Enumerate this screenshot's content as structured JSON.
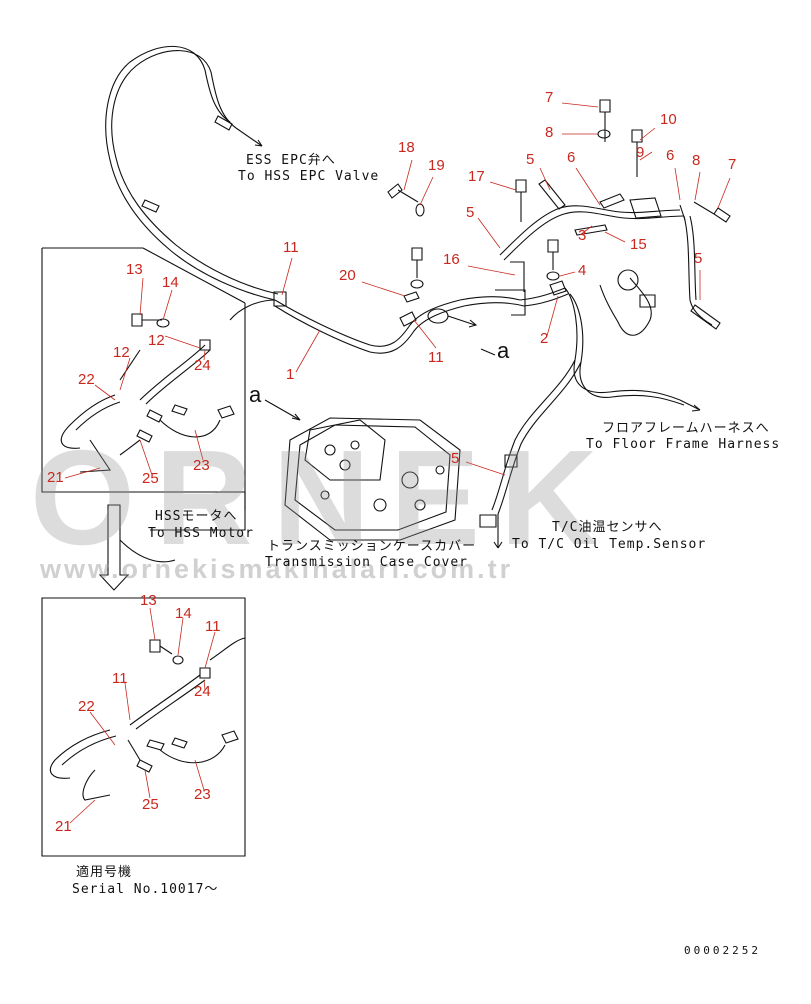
{
  "watermark": {
    "brand": "ORNEK",
    "url": "www.ornekismakinalari.com.tr"
  },
  "drawing_number": "00002252",
  "section_letters": {
    "arrow_a": "a",
    "cover_a": "a"
  },
  "notes": {
    "ess_jp": "ESS EPC弁へ",
    "ess_en": "To HSS EPC Valve",
    "floor_jp": "フロアフレームハーネスへ",
    "floor_en": "To Floor Frame Harness",
    "tc_jp": "T/C油温センサへ",
    "tc_en": "To T/C Oil Temp.Sensor",
    "hss_jp": "HSSモータへ",
    "hss_en": "To HSS Motor",
    "trans_jp": "トランスミッションケースカバー",
    "trans_en": "Transmission Case Cover",
    "serial_jp": "適用号機",
    "serial_en": "Serial No.10017～"
  },
  "callouts": [
    {
      "id": "c-7-top",
      "text": "7"
    },
    {
      "id": "c-8-top",
      "text": "8"
    },
    {
      "id": "c-10",
      "text": "10"
    },
    {
      "id": "c-9",
      "text": "9"
    },
    {
      "id": "c-18",
      "text": "18"
    },
    {
      "id": "c-19",
      "text": "19"
    },
    {
      "id": "c-5-a",
      "text": "5"
    },
    {
      "id": "c-6-a",
      "text": "6"
    },
    {
      "id": "c-6-b",
      "text": "6"
    },
    {
      "id": "c-8-b",
      "text": "8"
    },
    {
      "id": "c-7-b",
      "text": "7"
    },
    {
      "id": "c-17",
      "text": "17"
    },
    {
      "id": "c-5-b",
      "text": "5"
    },
    {
      "id": "c-3",
      "text": "3"
    },
    {
      "id": "c-15",
      "text": "15"
    },
    {
      "id": "c-11-a",
      "text": "11"
    },
    {
      "id": "c-16",
      "text": "16"
    },
    {
      "id": "c-4",
      "text": "4"
    },
    {
      "id": "c-5-c",
      "text": "5"
    },
    {
      "id": "c-20",
      "text": "20"
    },
    {
      "id": "c-2",
      "text": "2"
    },
    {
      "id": "c-11-b",
      "text": "11"
    },
    {
      "id": "c-1",
      "text": "1"
    },
    {
      "id": "c-5-d",
      "text": "5"
    },
    {
      "id": "c-13-a",
      "text": "13"
    },
    {
      "id": "c-14-a",
      "text": "14"
    },
    {
      "id": "c-12-a",
      "text": "12"
    },
    {
      "id": "c-12-b",
      "text": "12"
    },
    {
      "id": "c-24-a",
      "text": "24"
    },
    {
      "id": "c-22-a",
      "text": "22"
    },
    {
      "id": "c-21-a",
      "text": "21"
    },
    {
      "id": "c-25-a",
      "text": "25"
    },
    {
      "id": "c-23-a",
      "text": "23"
    },
    {
      "id": "c-13-b",
      "text": "13"
    },
    {
      "id": "c-14-b",
      "text": "14"
    },
    {
      "id": "c-11-c",
      "text": "11"
    },
    {
      "id": "c-24-b",
      "text": "24"
    },
    {
      "id": "c-11-d",
      "text": "11"
    },
    {
      "id": "c-22-b",
      "text": "22"
    },
    {
      "id": "c-25-b",
      "text": "25"
    },
    {
      "id": "c-23-b",
      "text": "23"
    },
    {
      "id": "c-21-b",
      "text": "21"
    }
  ]
}
